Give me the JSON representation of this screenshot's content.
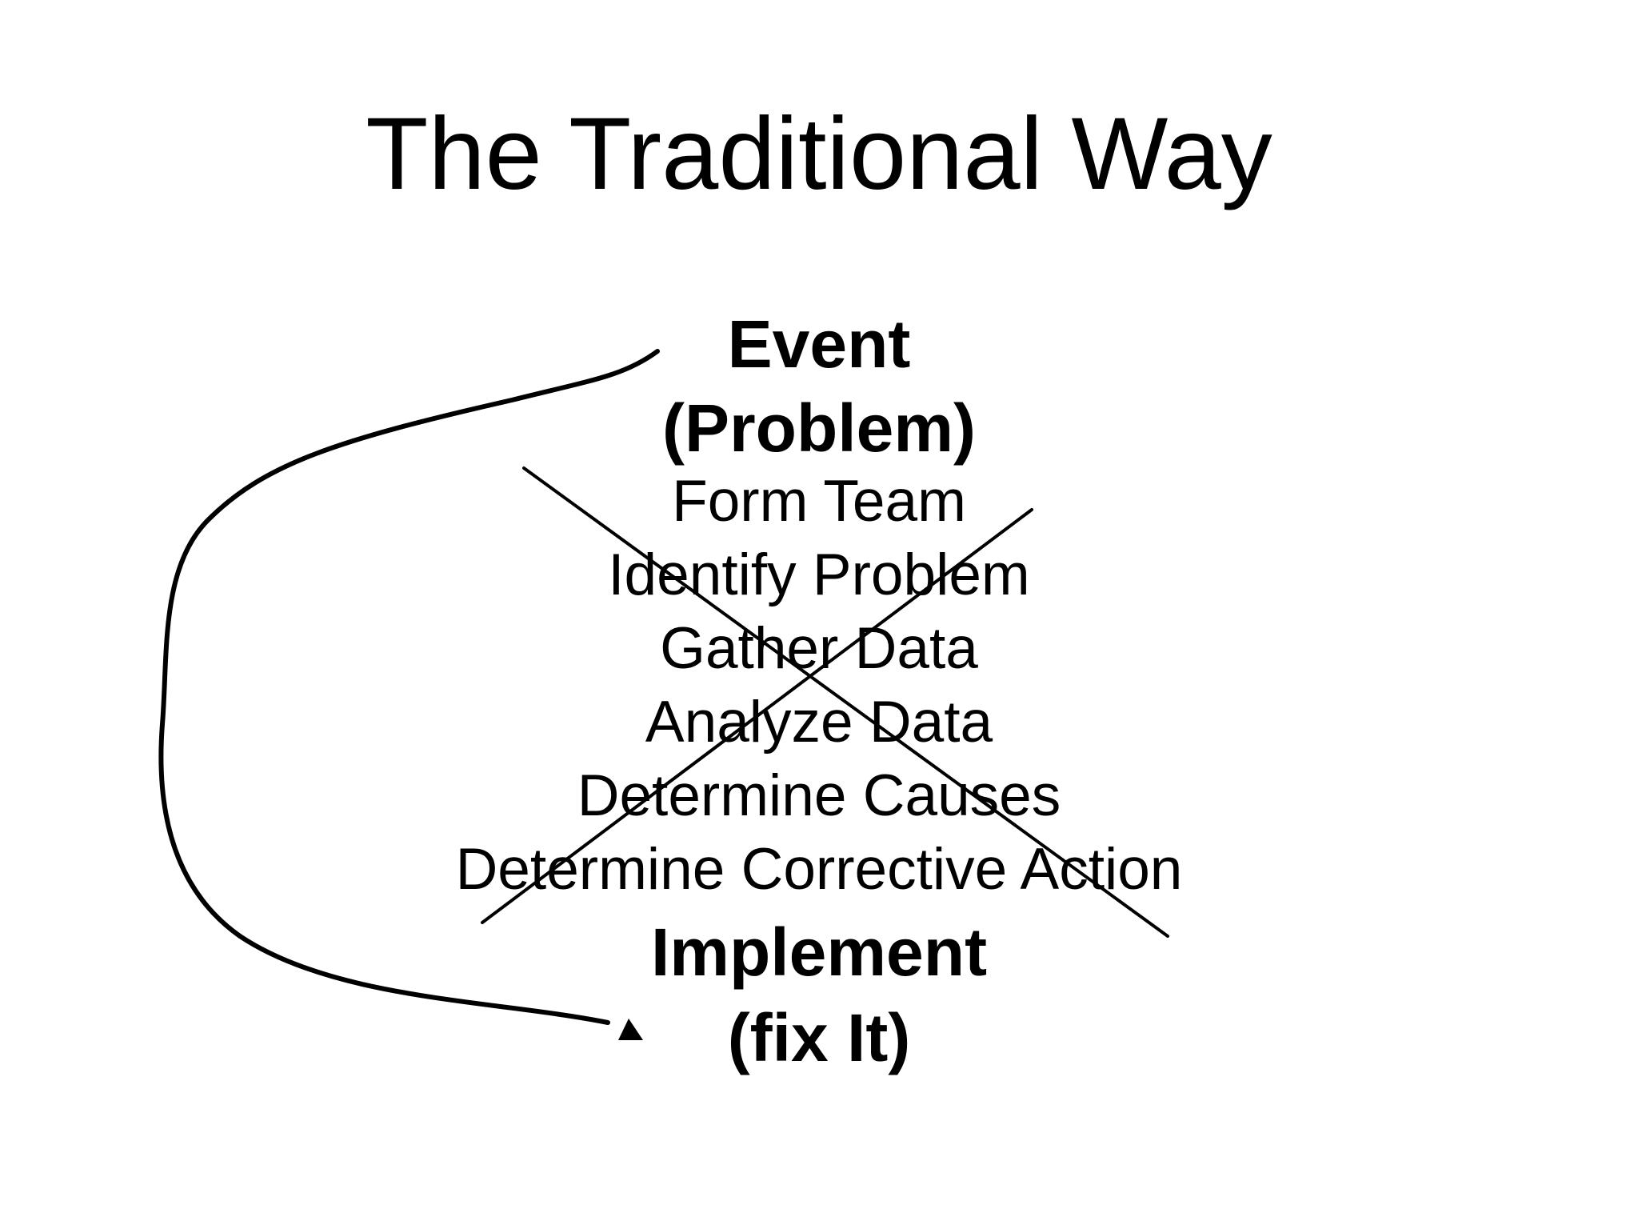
{
  "slide": {
    "title": "The Traditional Way"
  },
  "flow": {
    "start": [
      "Event",
      "(Problem)"
    ],
    "steps": [
      "Form Team",
      "Identify Problem",
      "Gather Data",
      "Analyze Data",
      "Determine Causes",
      "Determine Corrective Action"
    ],
    "end": [
      "Implement",
      "(fix It)"
    ]
  },
  "styles": {
    "ink_color": "#000000",
    "background_color": "#ffffff"
  }
}
